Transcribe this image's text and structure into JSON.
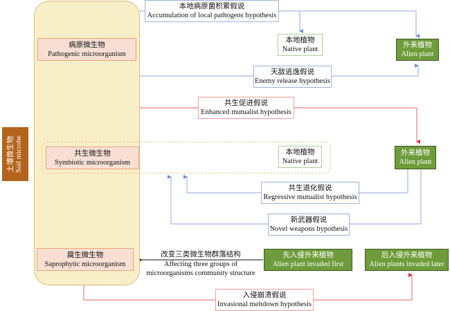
{
  "soil_label": {
    "zh": "土壤微生物",
    "en": "Soil microbe"
  },
  "microbes": {
    "pathogenic": {
      "zh": "病原微生物",
      "en": "Pathogenic microorganism"
    },
    "symbiotic": {
      "zh": "共生微生物",
      "en": "Symbiotic microorganism"
    },
    "saprophytic": {
      "zh": "腐生微生物",
      "en": "Saprophytic microorganism"
    }
  },
  "hypotheses": {
    "accumulation": {
      "zh": "本地病原菌积累假说",
      "en": "Accumulation of local pathogens hypothesis"
    },
    "enemy_release": {
      "zh": "天敌逃逸假说",
      "en": "Enemy release hypothesis"
    },
    "enhanced_mutualist": {
      "zh": "共生促进假说",
      "en": "Enhanced mutualist hypothesis"
    },
    "regressive_mutualist": {
      "zh": "共生退化假说",
      "en": "Regressive mutualist hypothesis"
    },
    "novel_weapons": {
      "zh": "新武器假说",
      "en": "Novel weapons hypothesis"
    },
    "invasional_meltdown": {
      "zh": "入侵崩溃假说",
      "en": "Invasional meltdown hypothesis"
    }
  },
  "plants": {
    "native_top": {
      "zh": "本地植物",
      "en": "Native plant"
    },
    "alien_top": {
      "zh": "外来植物",
      "en": "Alien plant"
    },
    "native_mid": {
      "zh": "本地植物",
      "en": "Native plant"
    },
    "alien_mid": {
      "zh": "外来植物",
      "en": "Alien plant"
    },
    "alien_first": {
      "zh": "先入侵外来植物",
      "en": "Alien plant invaded first"
    },
    "alien_later": {
      "zh": "后入侵外来植物",
      "en": "Alien plants invaded later"
    }
  },
  "community_effect": {
    "zh": "改变三类微生物群落结构",
    "en_line1": "Affecting three groups of",
    "en_line2": "microorganisms community structure"
  },
  "colors": {
    "blue_line": "#8eaadb",
    "red_line": "#e06666",
    "alien_fill": "#6e9c3a",
    "soil_fill": "#f8efc9",
    "soil_label_fill": "#b4631a"
  }
}
